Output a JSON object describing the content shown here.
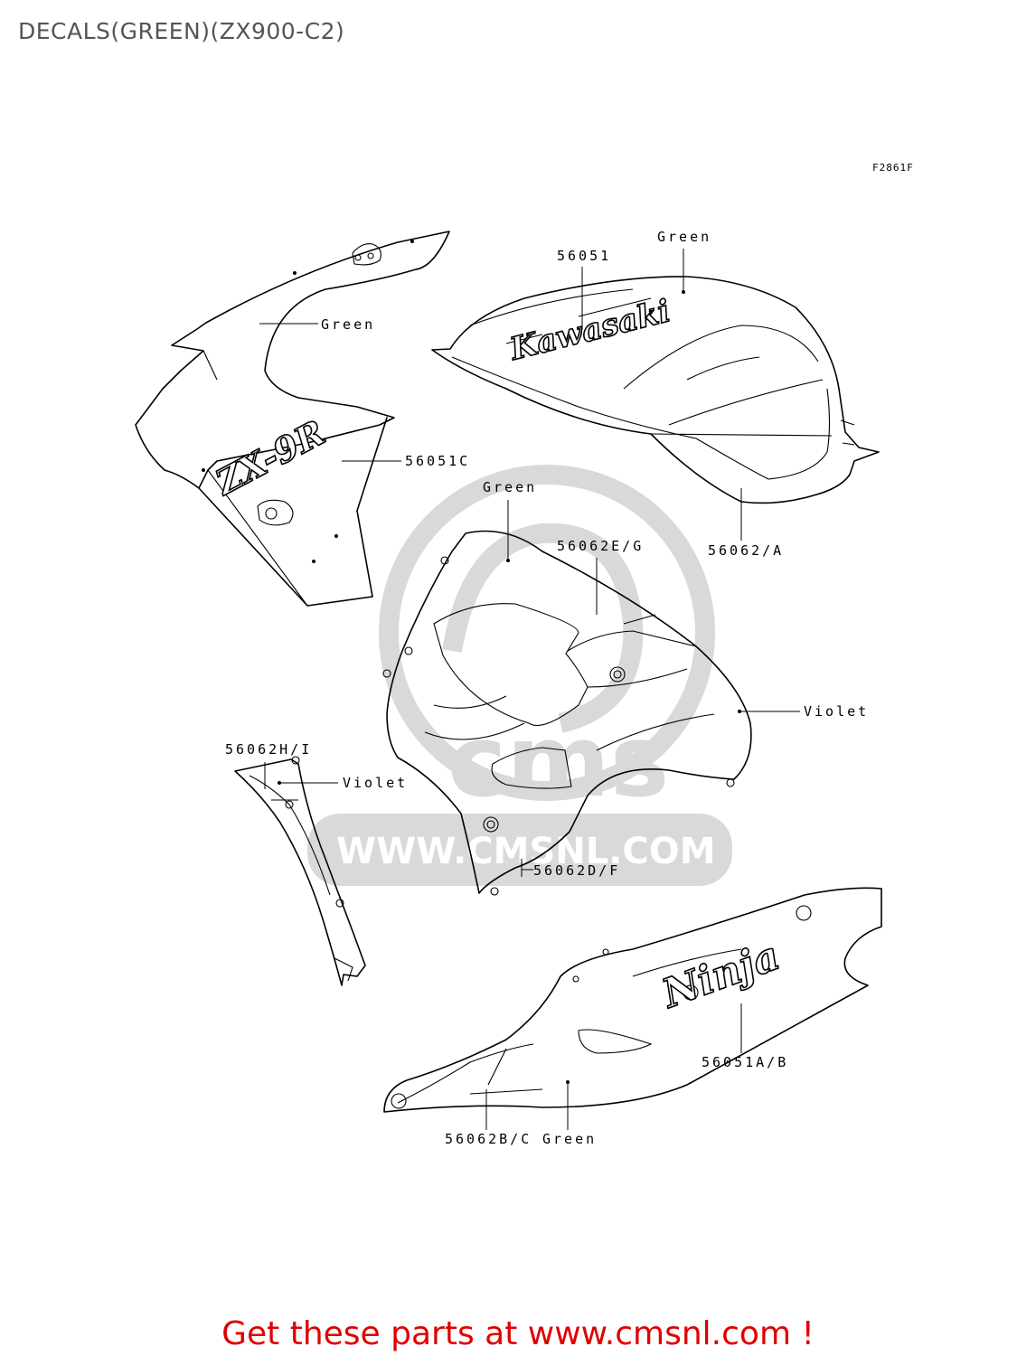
{
  "title": "DECALS(GREEN)(ZX900-C2)",
  "figure_id": "F2861F",
  "watermark": {
    "url": "WWW.CMSNL.COM",
    "letters": "cms"
  },
  "decals": {
    "tank_logo": "Kawasaki",
    "cowl_model": "ZX-9R",
    "tail_logo": "Ninja"
  },
  "callouts": {
    "green_upper_cowl": "Green",
    "part_56051c": "56051C",
    "green_tank": "Green",
    "part_56051": "56051",
    "part_56062a": "56062/A",
    "green_side_cowl": "Green",
    "part_56062eg": "56062E/G",
    "violet_side_cowl": "Violet",
    "part_56062df": "56062D/F",
    "part_56062hi": "56062H/I",
    "violet_inner_panel": "Violet",
    "part_56051ab": "56051A/B",
    "part_56062bc": "56062B/C",
    "green_tail": "Green"
  },
  "footer_cta": "Get these parts at www.cmsnl.com !",
  "colors": {
    "title": "#555555",
    "cta": "#e00000",
    "watermark": "#d9d9d9",
    "lines": "#000000"
  }
}
